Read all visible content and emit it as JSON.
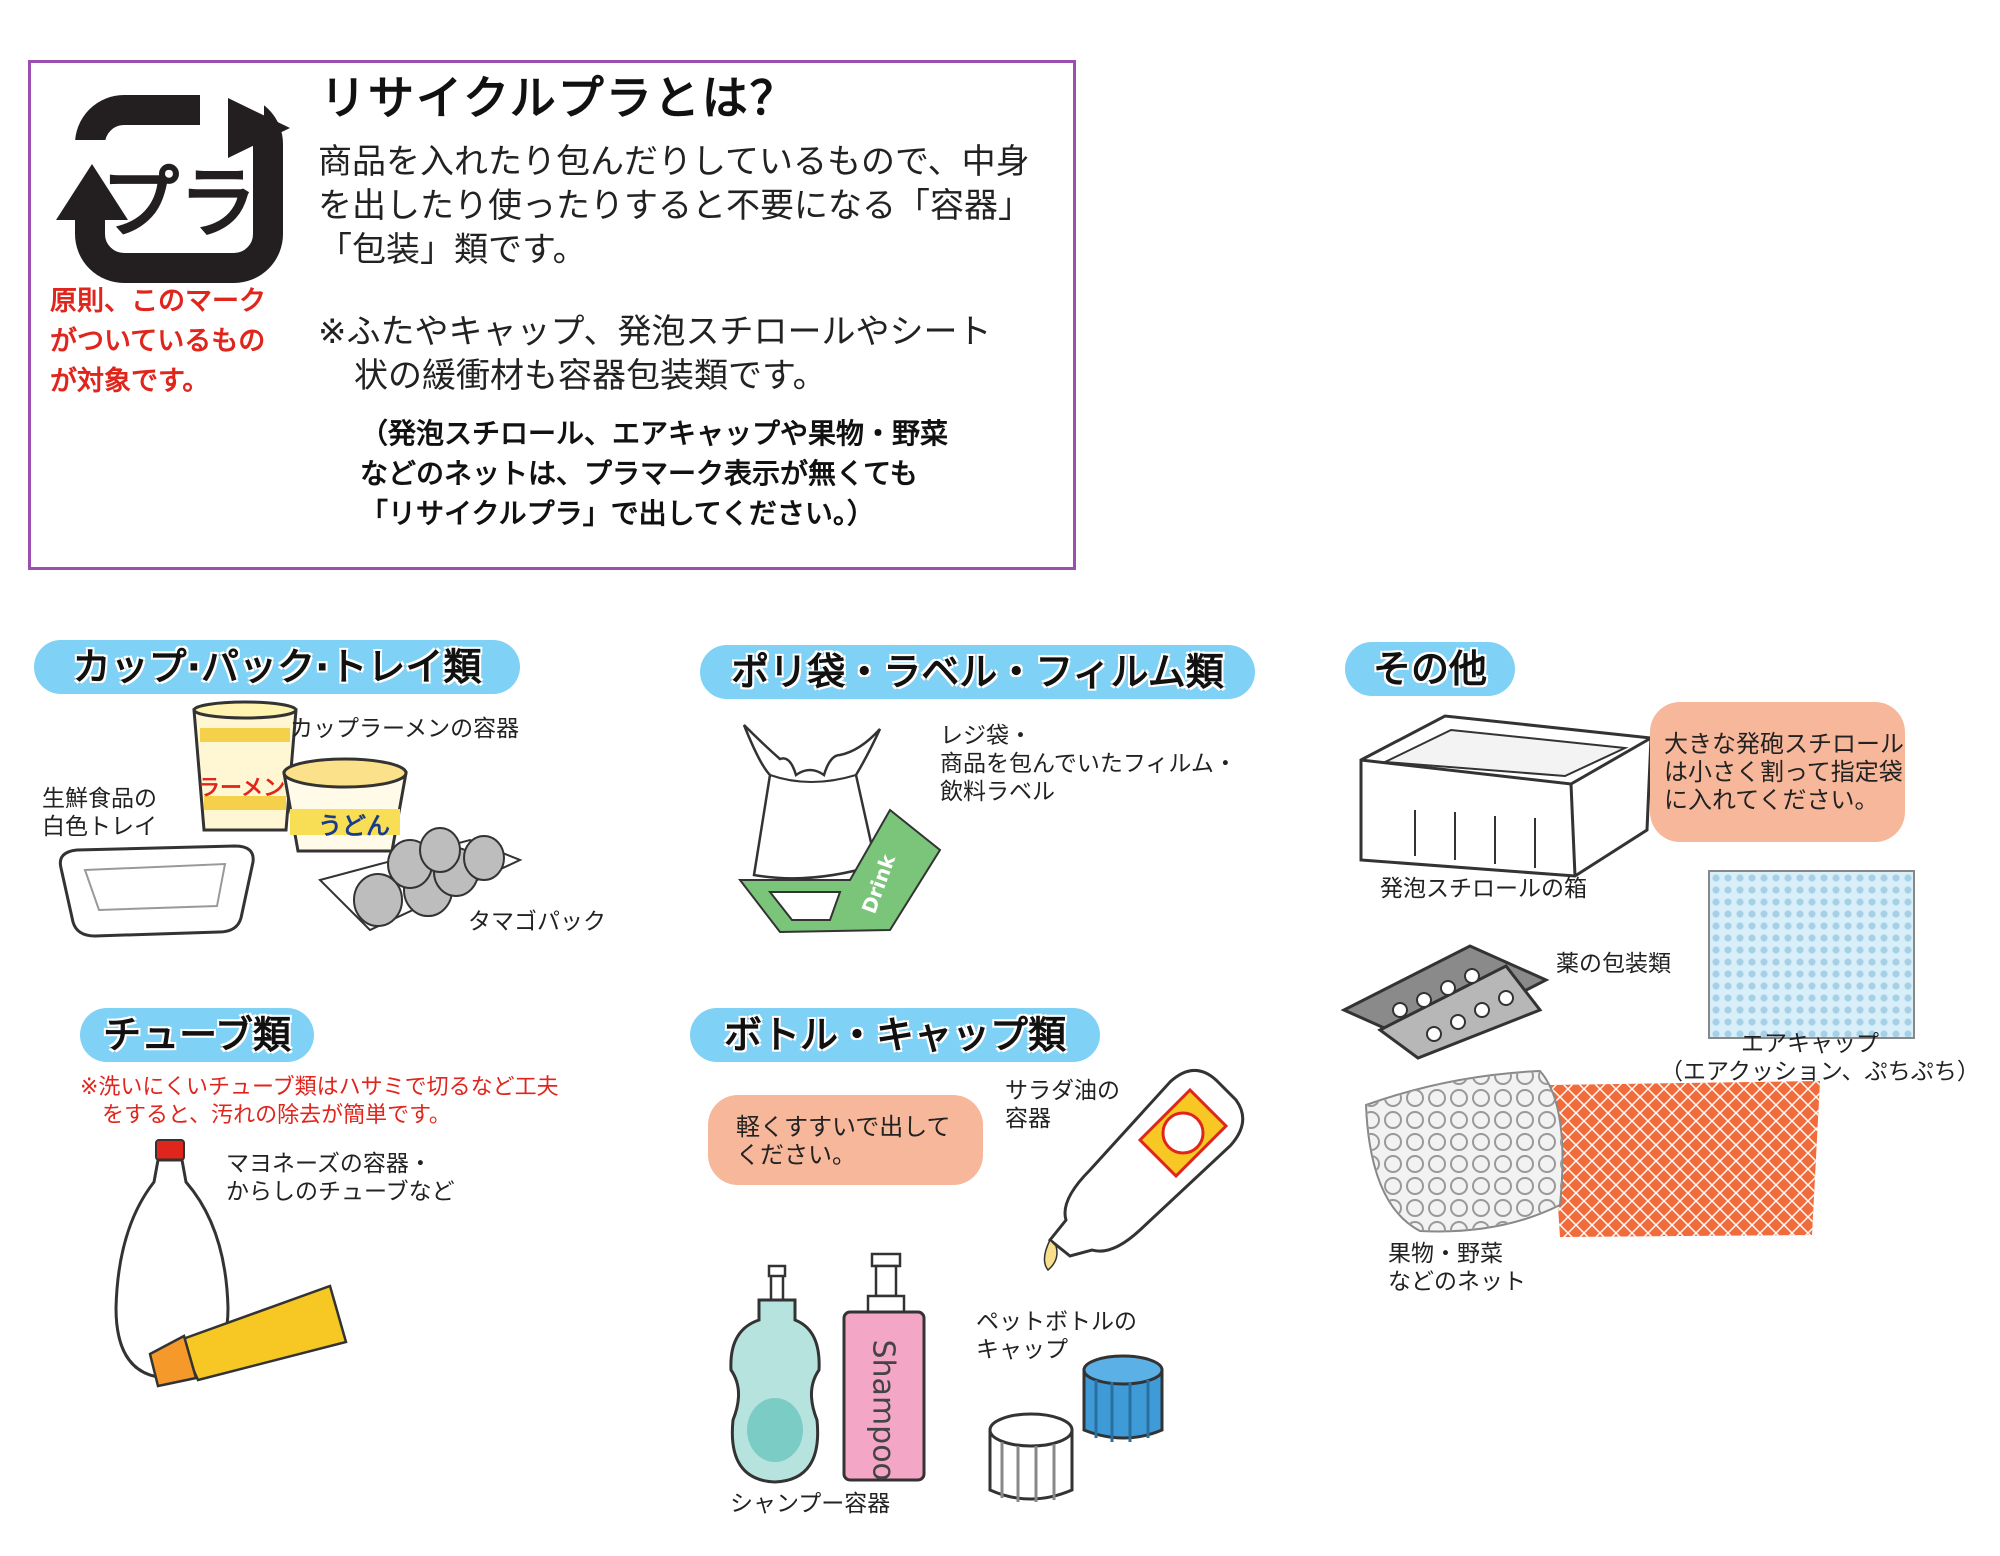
{
  "header": {
    "title": "リサイクルプラとは？",
    "description": "商品を入れたり包んだりしているもので、中身を出したり使ったりすると不要になる「容器」「包装」類です。",
    "note_lines": [
      "※ふたやキャップ、発泡スチロールやシート",
      "状の緩衝材も容器包装類です。"
    ],
    "bold_note_lines": [
      "（発泡スチロール、エアキャップや果物・野菜",
      "などのネットは、プラマーク表示が無くても",
      "「リサイクルプラ」で出してください。）"
    ],
    "mark_note_lines": [
      "原則、このマーク",
      "がついているもの",
      "が対象です。"
    ],
    "logo_text": "プラ"
  },
  "sections": {
    "cups": {
      "heading": "カップ·パック·トレイ類",
      "items": {
        "ramen": "カップラーメンの容器",
        "tray": [
          "生鮮食品の",
          "白色トレイ"
        ],
        "egg": "タマゴパック",
        "ramen_text": "ラーメン",
        "udon_text": "うどん"
      }
    },
    "bags": {
      "heading": "ポリ袋・ラベル・フィルム類",
      "items": {
        "bag": [
          "レジ袋・",
          "商品を包んでいたフィルム・",
          "飲料ラベル"
        ],
        "drink_text": "Drink"
      }
    },
    "other": {
      "heading": "その他",
      "bubble": [
        "大きな発砲スチロール",
        "は小さく割って指定袋",
        "に入れてください。"
      ],
      "items": {
        "styrofoam": "発泡スチロールの箱",
        "medicine": "薬の包装類",
        "aircap": [
          "エアキャップ",
          "（エアクッション、ぷちぷち）"
        ],
        "net": [
          "果物・野菜",
          "などのネット"
        ]
      }
    },
    "tubes": {
      "heading": "チューブ類",
      "note": [
        "※洗いにくいチューブ類はハサミで切るなど工夫",
        "をすると、汚れの除去が簡単です。"
      ],
      "items": {
        "mayo": [
          "マヨネーズの容器・",
          "からしのチューブなど"
        ]
      }
    },
    "bottles": {
      "heading": "ボトル・キャップ類",
      "bubble": [
        "軽くすすいで出して",
        "ください。"
      ],
      "items": {
        "oil": [
          "サラダ油の",
          "容器"
        ],
        "shampoo": "シャンプー容器",
        "caps": [
          "ペットボトルの",
          "キャップ"
        ],
        "shampoo_text": "Shampoo"
      }
    }
  },
  "colors": {
    "border": "#9b4fb0",
    "pill": "#7fd1f5",
    "bubble": "#f7b79a",
    "red": "#e0251c"
  }
}
